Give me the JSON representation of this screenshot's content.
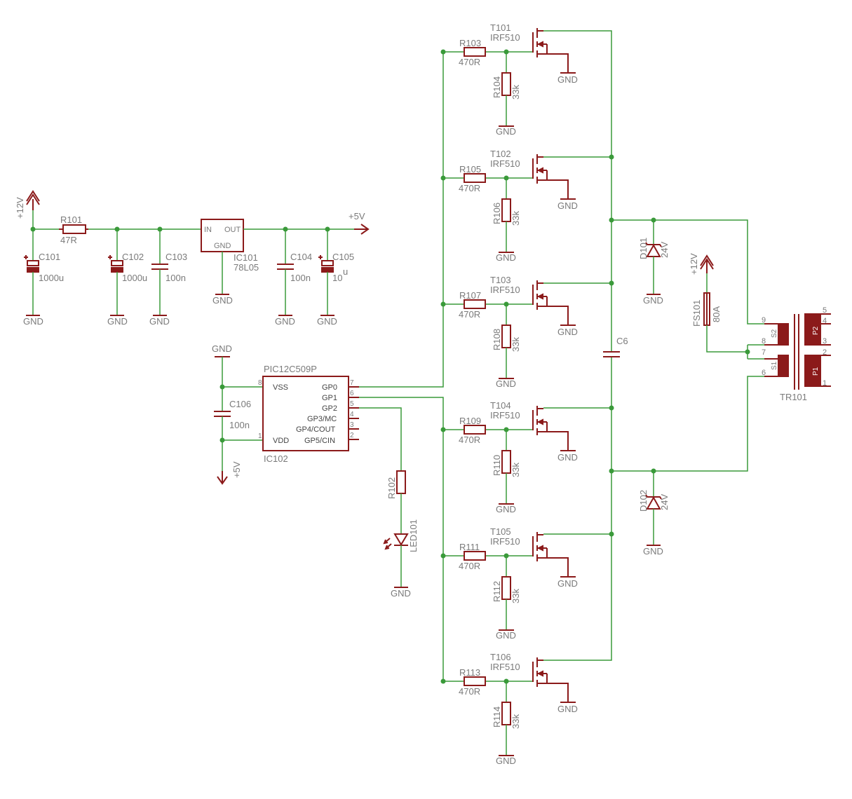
{
  "supply": {
    "v12a": "+12V",
    "v12b": "+12V",
    "v5a": "+5V",
    "v5b": "+5V",
    "gnd": "GND"
  },
  "parts": {
    "r101": {
      "name": "R101",
      "value": "47R"
    },
    "c101": {
      "name": "C101",
      "value": "1000u"
    },
    "c102": {
      "name": "C102",
      "value": "1000u"
    },
    "c103": {
      "name": "C103",
      "value": "100n"
    },
    "ic101": {
      "name": "IC101",
      "value": "78L05",
      "pin_in": "IN",
      "pin_out": "OUT",
      "pin_gnd": "GND"
    },
    "c104": {
      "name": "C104",
      "value": "100n"
    },
    "c105": {
      "name": "C105",
      "value": "10",
      "value2": "u"
    },
    "c106": {
      "name": "C106",
      "value": "100n"
    },
    "ic102": {
      "name": "IC102",
      "value": "PIC12C509P",
      "pins_left": [
        {
          "num": "8",
          "name": "VSS"
        },
        {
          "num": "1",
          "name": "VDD"
        }
      ],
      "pins_right": [
        {
          "num": "7",
          "name": "GP0"
        },
        {
          "num": "6",
          "name": "GP1"
        },
        {
          "num": "5",
          "name": "GP2"
        },
        {
          "num": "4",
          "name": "GP3/MC"
        },
        {
          "num": "3",
          "name": "GP4/COUT"
        },
        {
          "num": "2",
          "name": "GP5/CIN"
        }
      ]
    },
    "r102": {
      "name": "R102"
    },
    "led101": {
      "name": "LED101"
    },
    "c6": {
      "name": "C6"
    },
    "d101": {
      "name": "D101",
      "value": "24V"
    },
    "d102": {
      "name": "D102",
      "value": "24V"
    },
    "fs101": {
      "name": "FS101",
      "value": "80A"
    },
    "tr101": {
      "name": "TR101",
      "pins": [
        "9",
        "8",
        "7",
        "6",
        "5",
        "4",
        "3",
        "2",
        "1"
      ],
      "windings": [
        "S2",
        "S1",
        "P2",
        "P1"
      ]
    }
  },
  "stages": [
    {
      "t": "T101",
      "tv": "IRF510",
      "rg": "R103",
      "rgv": "470R",
      "rp": "R104",
      "rpv": "33k"
    },
    {
      "t": "T102",
      "tv": "IRF510",
      "rg": "R105",
      "rgv": "470R",
      "rp": "R106",
      "rpv": "33k"
    },
    {
      "t": "T103",
      "tv": "IRF510",
      "rg": "R107",
      "rgv": "470R",
      "rp": "R108",
      "rpv": "33k"
    },
    {
      "t": "T104",
      "tv": "IRF510",
      "rg": "R109",
      "rgv": "470R",
      "rp": "R110",
      "rpv": "33k"
    },
    {
      "t": "T105",
      "tv": "IRF510",
      "rg": "R111",
      "rgv": "470R",
      "rp": "R112",
      "rpv": "33k"
    },
    {
      "t": "T106",
      "tv": "IRF510",
      "rg": "R113",
      "rgv": "470R",
      "rp": "R114",
      "rpv": "33k"
    }
  ]
}
